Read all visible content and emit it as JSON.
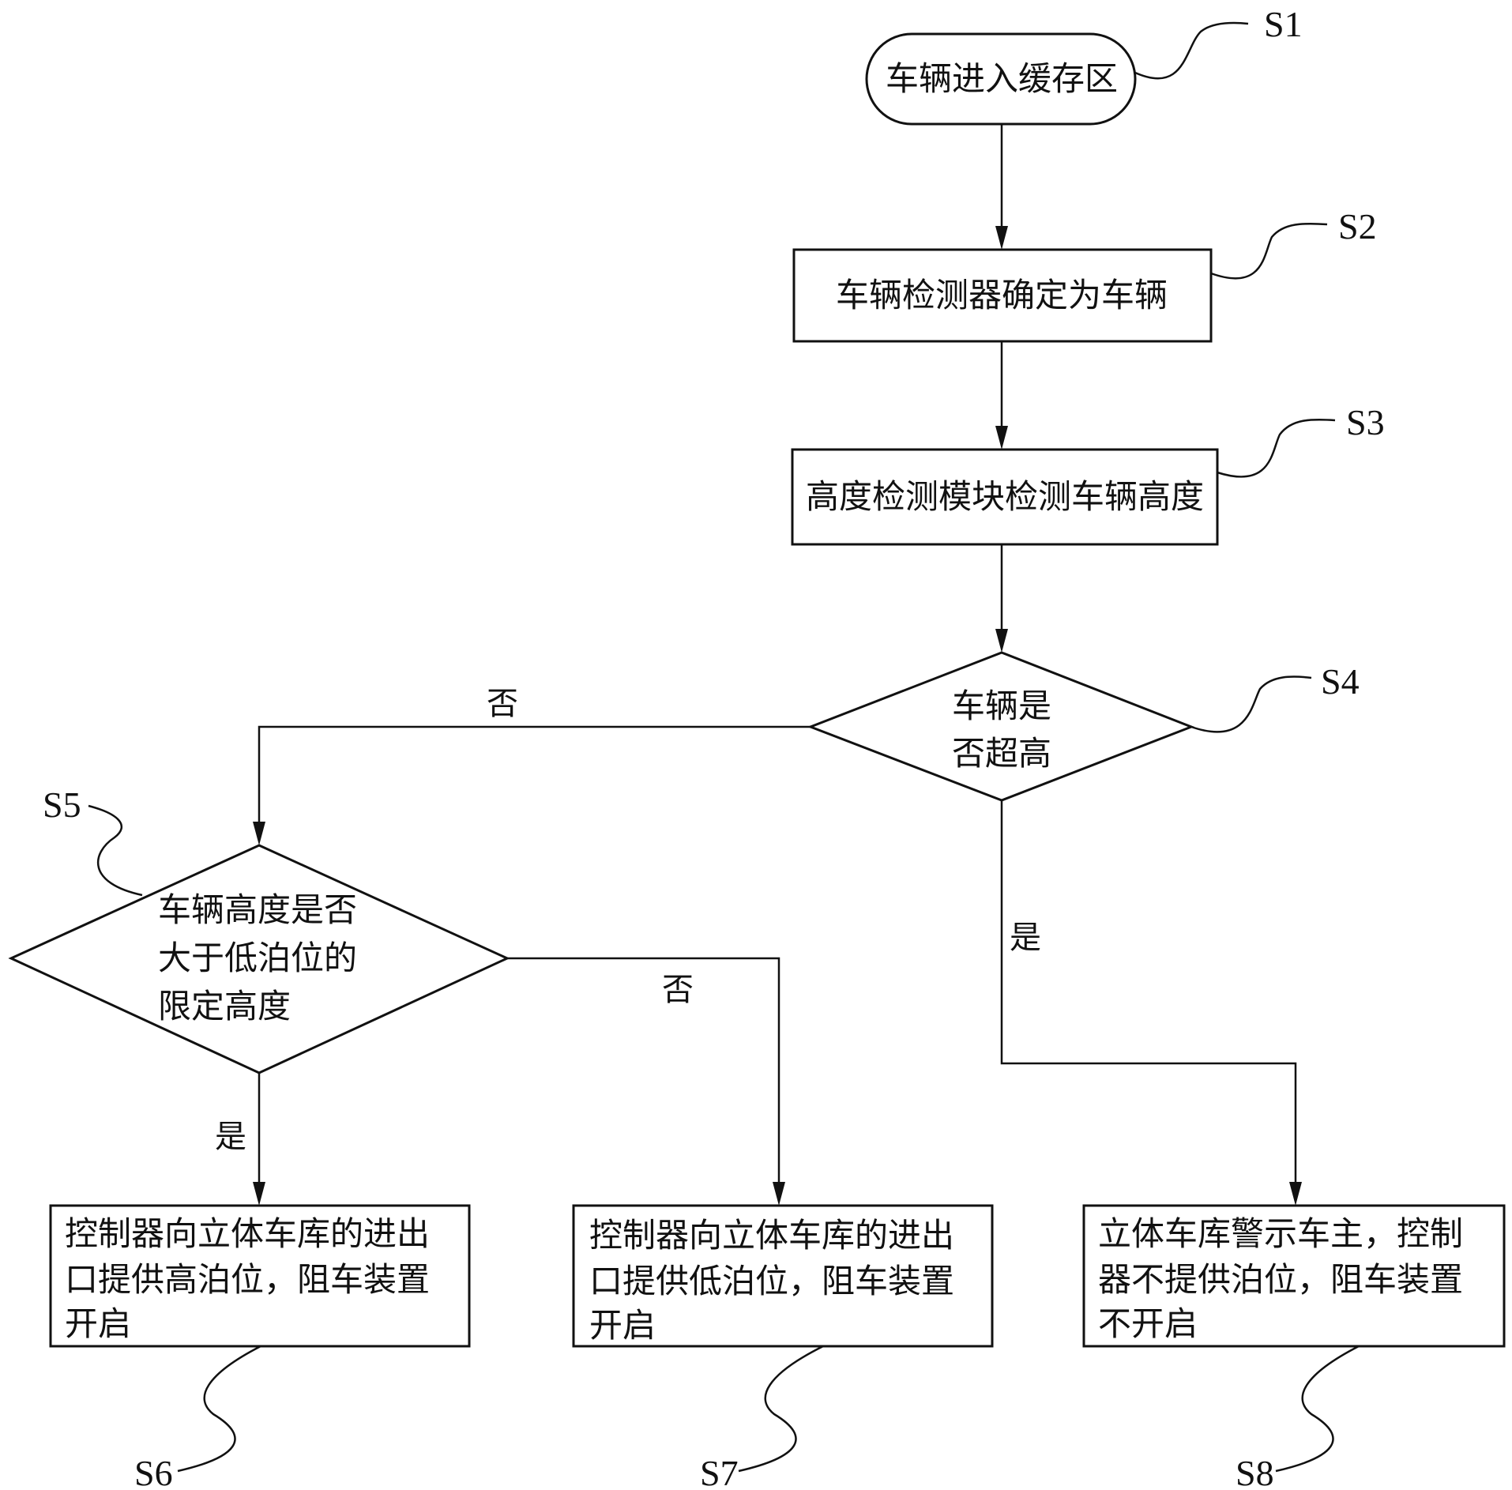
{
  "nodes": {
    "s1": {
      "lines": [
        "车辆进入缓存区"
      ]
    },
    "s2": {
      "lines": [
        "车辆检测器确定为车辆"
      ]
    },
    "s3": {
      "lines": [
        "高度检测模块检测车辆高度"
      ]
    },
    "s4": {
      "lines": [
        "车辆是",
        "否超高"
      ]
    },
    "s5": {
      "lines": [
        "车辆高度是否",
        "大于低泊位的",
        "限定高度"
      ]
    },
    "s6": {
      "lines": [
        "控制器向立体车库的进出",
        "口提供高泊位，阻车装置",
        "开启"
      ]
    },
    "s7": {
      "lines": [
        "控制器向立体车库的进出",
        "口提供低泊位，阻车装置",
        "开启"
      ]
    },
    "s8": {
      "lines": [
        "立体车库警示车主，控制",
        "器不提供泊位，阻车装置",
        "不开启"
      ]
    }
  },
  "step_labels": {
    "s1": "S1",
    "s2": "S2",
    "s3": "S3",
    "s4": "S4",
    "s5": "S5",
    "s6": "S6",
    "s7": "S7",
    "s8": "S8"
  },
  "edge_labels": {
    "s4_no": "否",
    "s4_yes": "是",
    "s5_no": "否",
    "s5_yes": "是"
  }
}
